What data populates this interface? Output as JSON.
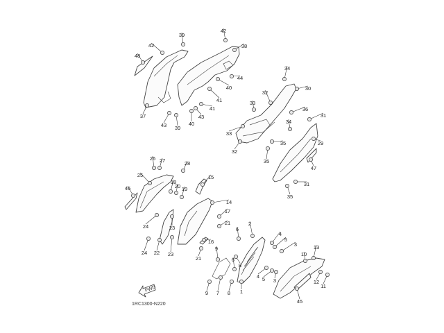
{
  "diagram": {
    "title": "Side cover parts diagram",
    "diagram_code": "1RC1300-N220",
    "fwd_label": "FWD",
    "callouts": [
      {
        "id": "c39a",
        "label": "39"
      },
      {
        "id": "c42a",
        "label": "42"
      },
      {
        "id": "c42b",
        "label": "42"
      },
      {
        "id": "c38",
        "label": "38"
      },
      {
        "id": "c48",
        "label": "48"
      },
      {
        "id": "c44",
        "label": "44"
      },
      {
        "id": "c40a",
        "label": "40"
      },
      {
        "id": "c41a",
        "label": "41"
      },
      {
        "id": "c41b",
        "label": "41"
      },
      {
        "id": "c43a",
        "label": "43"
      },
      {
        "id": "c37",
        "label": "37"
      },
      {
        "id": "c43b",
        "label": "43"
      },
      {
        "id": "c39b",
        "label": "39"
      },
      {
        "id": "c40b",
        "label": "40"
      },
      {
        "id": "c34a",
        "label": "34"
      },
      {
        "id": "c30",
        "label": "30"
      },
      {
        "id": "c32a",
        "label": "32"
      },
      {
        "id": "c33a",
        "label": "33"
      },
      {
        "id": "c36",
        "label": "36"
      },
      {
        "id": "c31a",
        "label": "31"
      },
      {
        "id": "c34b",
        "label": "34"
      },
      {
        "id": "c33b",
        "label": "33"
      },
      {
        "id": "c35a",
        "label": "35"
      },
      {
        "id": "c29",
        "label": "29"
      },
      {
        "id": "c32b",
        "label": "32"
      },
      {
        "id": "c35b",
        "label": "35"
      },
      {
        "id": "c47",
        "label": "47"
      },
      {
        "id": "c31b",
        "label": "31"
      },
      {
        "id": "c35c",
        "label": "35"
      },
      {
        "id": "c26",
        "label": "26"
      },
      {
        "id": "c27",
        "label": "27"
      },
      {
        "id": "c28",
        "label": "28"
      },
      {
        "id": "c25",
        "label": "25"
      },
      {
        "id": "c15",
        "label": "15"
      },
      {
        "id": "c18",
        "label": "18"
      },
      {
        "id": "c20",
        "label": "20"
      },
      {
        "id": "c19",
        "label": "19"
      },
      {
        "id": "c46",
        "label": "46"
      },
      {
        "id": "c14",
        "label": "14"
      },
      {
        "id": "c17",
        "label": "17"
      },
      {
        "id": "c21a",
        "label": "21"
      },
      {
        "id": "c24a",
        "label": "24"
      },
      {
        "id": "c23a",
        "label": "23"
      },
      {
        "id": "c16",
        "label": "16"
      },
      {
        "id": "c24b",
        "label": "24"
      },
      {
        "id": "c22",
        "label": "22"
      },
      {
        "id": "c23b",
        "label": "23"
      },
      {
        "id": "c21b",
        "label": "21"
      },
      {
        "id": "c2",
        "label": "2"
      },
      {
        "id": "c6a",
        "label": "6"
      },
      {
        "id": "c4a",
        "label": "4"
      },
      {
        "id": "c5a",
        "label": "5"
      },
      {
        "id": "c3a",
        "label": "3"
      },
      {
        "id": "c13",
        "label": "13"
      },
      {
        "id": "c10",
        "label": "10"
      },
      {
        "id": "c9a",
        "label": "9"
      },
      {
        "id": "c6b",
        "label": "6"
      },
      {
        "id": "c8a",
        "label": "8"
      },
      {
        "id": "c4b",
        "label": "4"
      },
      {
        "id": "c5b",
        "label": "5"
      },
      {
        "id": "c3b",
        "label": "3"
      },
      {
        "id": "c12",
        "label": "12"
      },
      {
        "id": "c11",
        "label": "11"
      },
      {
        "id": "c9b",
        "label": "9"
      },
      {
        "id": "c7",
        "label": "7"
      },
      {
        "id": "c8b",
        "label": "8"
      },
      {
        "id": "c1",
        "label": "1"
      },
      {
        "id": "c45",
        "label": "45"
      }
    ]
  }
}
